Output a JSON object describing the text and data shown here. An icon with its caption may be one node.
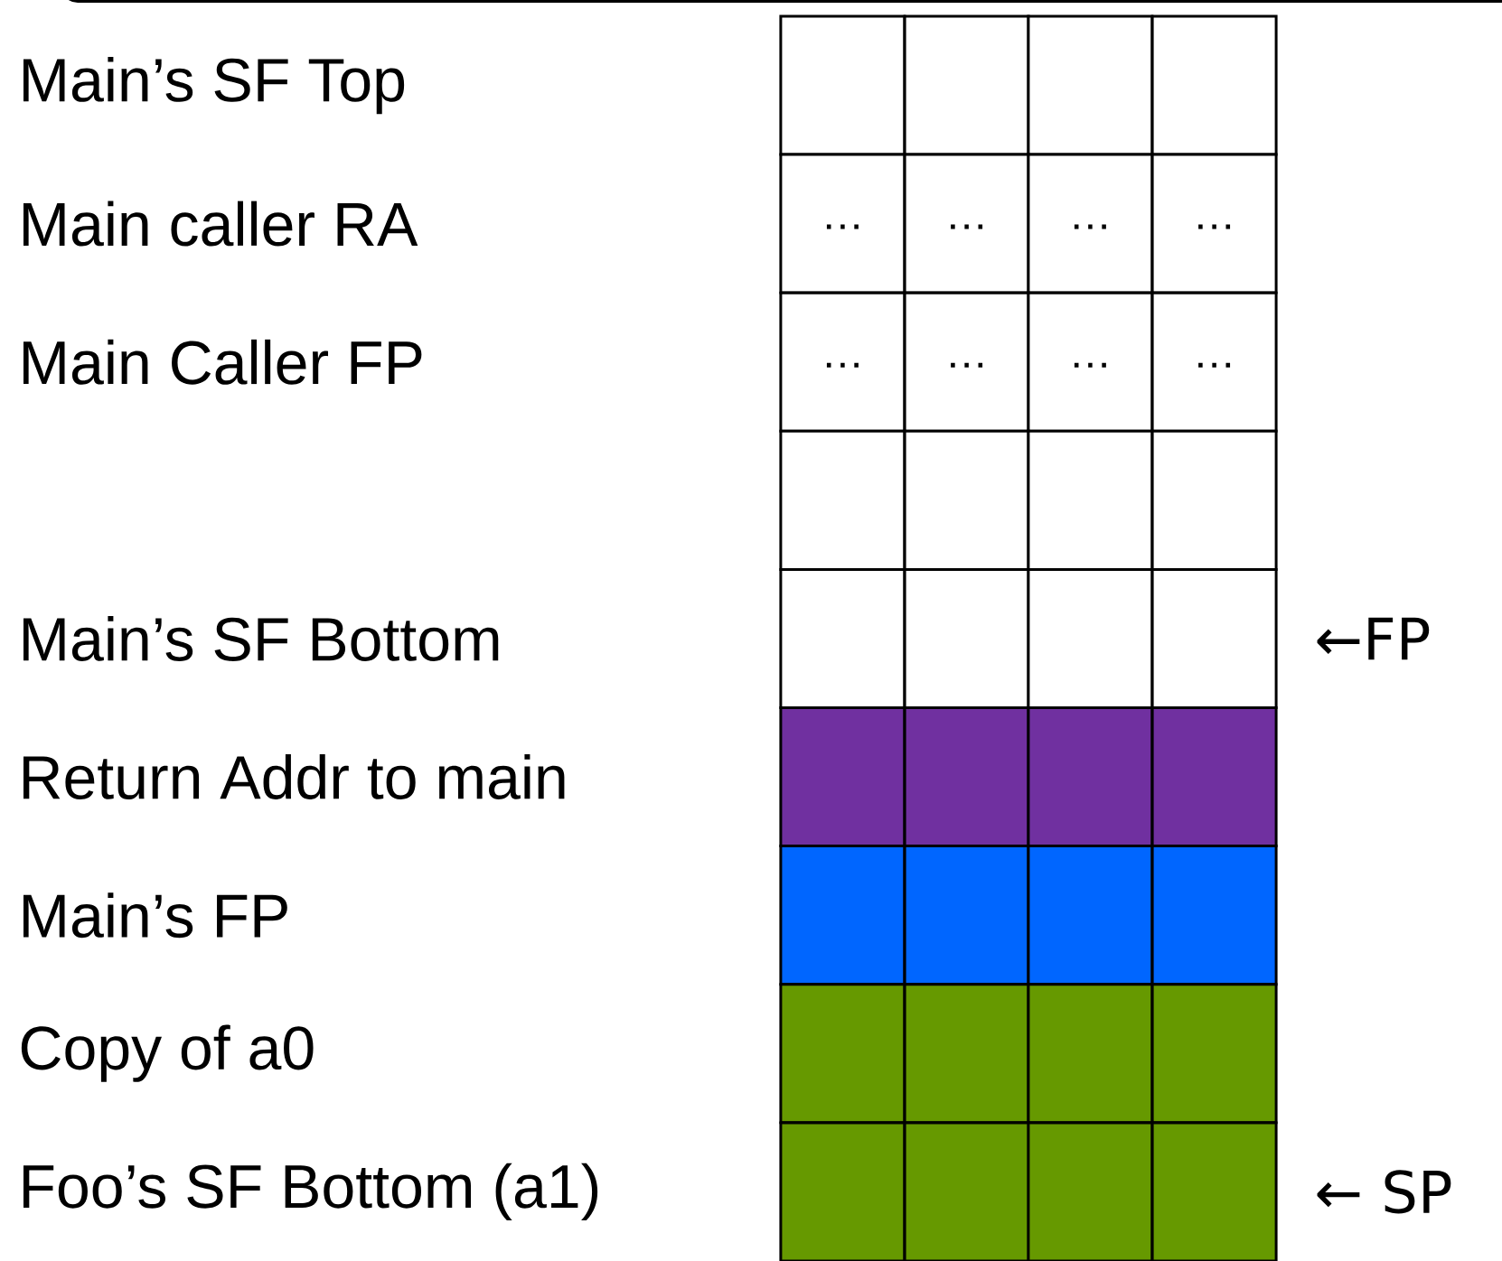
{
  "diagram": {
    "nodes": [
      {
        "text": [],
        "shape": "box"
      },
      {
        "text": [],
        "shape": "box"
      },
      {
        "text": [],
        "shape": "box"
      },
      {
        "text": [],
        "shape": "box"
      },
      {
        "text": [
          "…"
        ]
      },
      {
        "text": [
          "…"
        ]
      },
      {
        "text": [
          "…"
        ]
      },
      {
        "text": [
          "…"
        ]
      },
      {
        "text": [
          "…"
        ]
      },
      {
        "text": [
          "…"
        ]
      },
      {
        "text": [
          "…"
        ]
      },
      {
        "text": [
          "…"
        ]
      },
      {
        "text": [],
        "shape": "box"
      },
      {
        "text": [],
        "shape": "box"
      },
      {
        "text": [],
        "shape": "box"
      },
      {
        "text": [],
        "shape": "box"
      },
      {
        "text": [],
        "shape": "box"
      },
      {
        "text": [],
        "shape": "box"
      },
      {
        "text": [],
        "shape": "box"
      },
      {
        "text": [],
        "shape": "box"
      },
      {
        "text": [],
        "shape": "box"
      },
      {
        "text": [],
        "shape": "box"
      },
      {
        "text": [],
        "shape": "box"
      },
      {
        "text": [],
        "shape": "box"
      },
      {
        "text": [],
        "shape": "box"
      },
      {
        "text": [],
        "shape": "box"
      },
      {
        "text": [],
        "shape": "box"
      },
      {
        "text": [],
        "shape": "box"
      },
      {
        "text": [],
        "shape": "box"
      },
      {
        "text": [],
        "shape": "box"
      },
      {
        "text": [],
        "shape": "box"
      },
      {
        "text": [],
        "shape": "box"
      },
      {
        "text": [],
        "shape": "box"
      },
      {
        "text": [],
        "shape": "box"
      },
      {
        "text": [],
        "shape": "box"
      },
      {
        "text": [],
        "shape": "box"
      }
    ],
    "labels": [
      "Main’s SF Top",
      "Main caller RA",
      "Main Caller FP",
      "Main’s SF Bottom",
      "Return Addr to main",
      "Main’s FP",
      "Copy of a0",
      "Foo’s SF Bottom (a1)",
      "←FP",
      "← SP"
    ]
  }
}
